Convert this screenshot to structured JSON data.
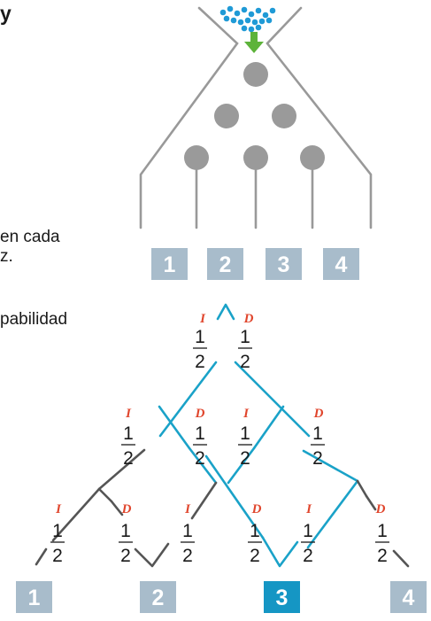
{
  "colors": {
    "bead": "#1f9ad6",
    "arrow": "#5db33a",
    "peg": "#9a9a9a",
    "frame": "#999999",
    "bin_box": "#a8bccb",
    "bin_box_highlight": "#1596c4",
    "path_blue": "#1aa2c8",
    "path_gray": "#555555",
    "direction_label": "#e0452c",
    "fraction_text": "#1a1a1a"
  },
  "icons": {
    "arrow": "green-down-arrow-icon",
    "peg": "gray-circle-peg"
  },
  "text_fragments": [
    "y",
    "en cada",
    "z.",
    "pabilidad"
  ],
  "galton_board": {
    "bins": [
      "1",
      "2",
      "3",
      "4"
    ]
  },
  "probability_tree": {
    "left_label": "I",
    "right_label": "D",
    "fraction": {
      "numerator": "1",
      "denominator": "2"
    },
    "bins": [
      "1",
      "2",
      "3",
      "4"
    ],
    "highlighted_bin": "3"
  }
}
